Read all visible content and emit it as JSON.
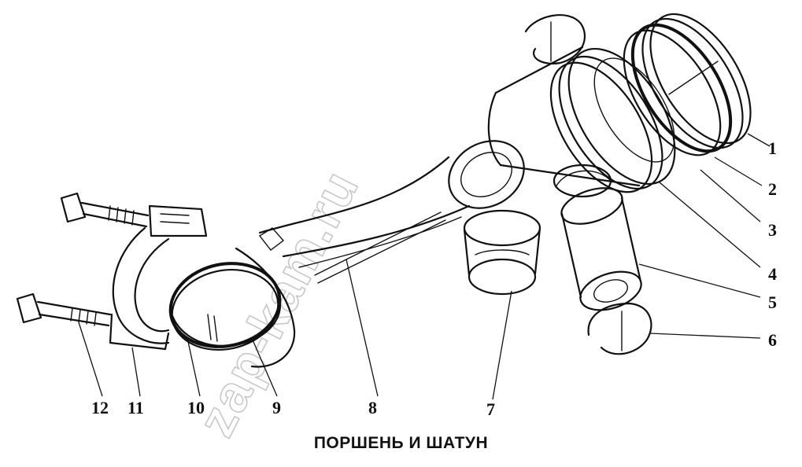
{
  "diagram": {
    "caption": "ПОРШЕНЬ И ШАТУН",
    "watermark": "zap-kam.ru",
    "callouts": [
      "1",
      "2",
      "3",
      "4",
      "5",
      "6",
      "7",
      "8",
      "9",
      "10",
      "11",
      "12"
    ]
  }
}
